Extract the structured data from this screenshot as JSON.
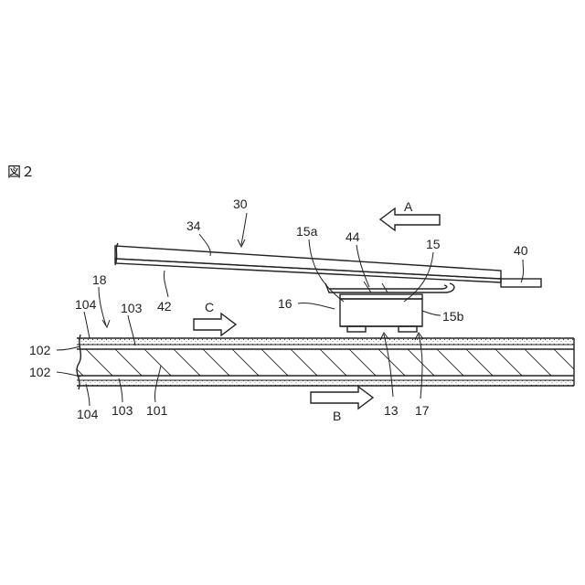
{
  "figure": {
    "title": "図２"
  },
  "labels": {
    "l30": "30",
    "l34": "34",
    "l42": "42",
    "l40": "40",
    "l44": "44",
    "l15": "15",
    "l15a": "15a",
    "l15b": "15b",
    "l16": "16",
    "l13": "13",
    "l17": "17",
    "l18": "18",
    "l101": "101",
    "l102_top": "102",
    "l102_bot": "102",
    "l103_top": "103",
    "l103_bot": "103",
    "l104_top": "104",
    "l104_bot": "104",
    "arrow_a": "A",
    "arrow_b": "B",
    "arrow_c": "C"
  }
}
